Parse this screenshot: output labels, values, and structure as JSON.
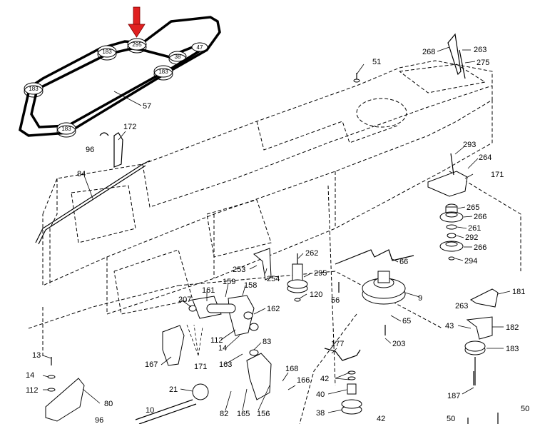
{
  "belt_detail": {
    "pulley_labels": [
      "183",
      "295",
      "38",
      "47",
      "183",
      "183",
      "183"
    ],
    "belt_label": "57"
  },
  "highlight_arrow": {
    "color": "#e02020",
    "icon": "down-arrow-icon"
  },
  "callouts": [
    "96",
    "172",
    "84",
    "51",
    "268",
    "263",
    "275",
    "293",
    "264",
    "171",
    "265",
    "266",
    "261",
    "292",
    "266",
    "294",
    "262",
    "295",
    "120",
    "66",
    "253",
    "254",
    "56",
    "9",
    "181",
    "263",
    "65",
    "182",
    "43",
    "183",
    "203",
    "207",
    "161",
    "159",
    "158",
    "162",
    "112",
    "14",
    "163",
    "167",
    "171",
    "83",
    "177",
    "42",
    "168",
    "166",
    "187",
    "13",
    "14",
    "112",
    "80",
    "96",
    "21",
    "82",
    "165",
    "156",
    "40",
    "38",
    "42",
    "10",
    "50",
    "50"
  ]
}
